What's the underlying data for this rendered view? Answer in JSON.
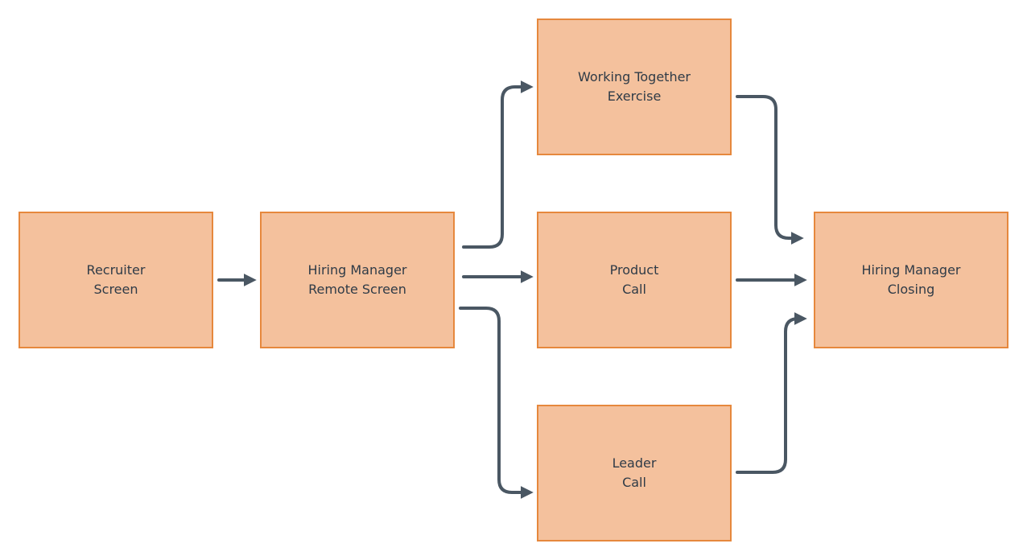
{
  "colors": {
    "node_fill": "#f4c19d",
    "node_border": "#e6883d",
    "text": "#2f3b47",
    "connector": "#4a5763"
  },
  "nodes": {
    "recruiter": {
      "line1": "Recruiter",
      "line2": "Screen"
    },
    "hm_remote": {
      "line1": "Hiring Manager",
      "line2": "Remote Screen"
    },
    "working": {
      "line1": "Working Together",
      "line2": "Exercise"
    },
    "product": {
      "line1": "Product",
      "line2": "Call"
    },
    "leader": {
      "line1": "Leader",
      "line2": "Call"
    },
    "closing": {
      "line1": "Hiring Manager",
      "line2": "Closing"
    }
  }
}
